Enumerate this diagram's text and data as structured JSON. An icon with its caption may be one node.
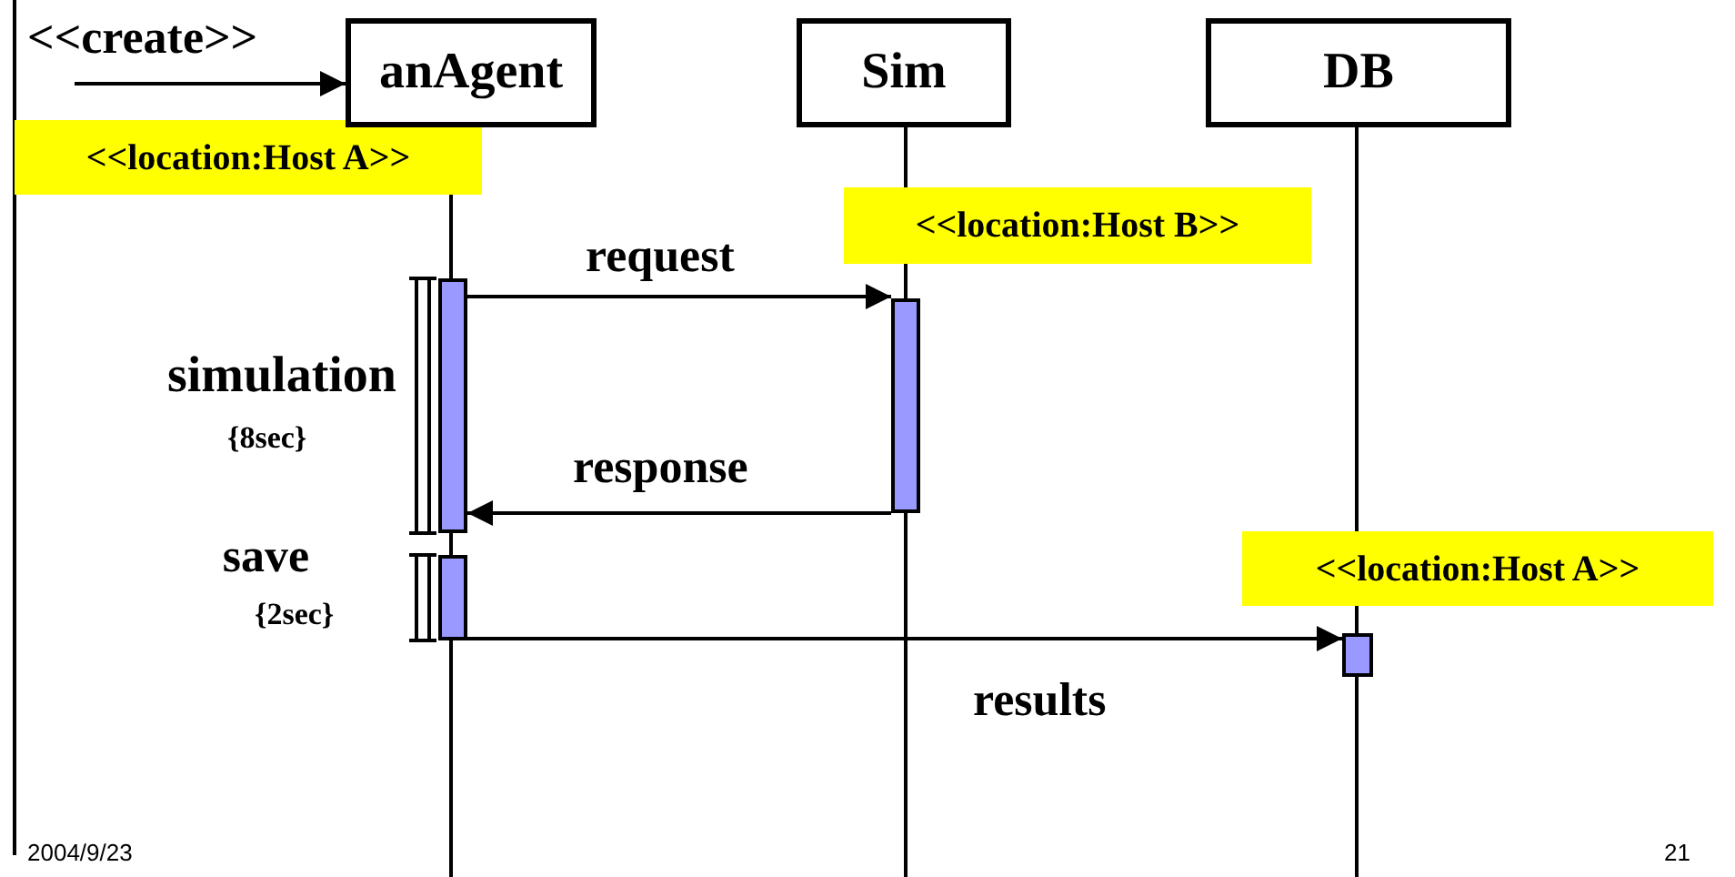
{
  "diagram": {
    "nodes": [
      {
        "text": [
          "anAgent"
        ]
      },
      {
        "text": [
          "Sim"
        ]
      },
      {
        "text": [
          "DB"
        ]
      },
      {
        "text": [],
        "shape": "bar"
      },
      {
        "text": [],
        "shape": "bar"
      },
      {
        "text": [],
        "shape": "bar"
      },
      {
        "text": [],
        "shape": "bar"
      }
    ],
    "edges": [
      {
        "from": null,
        "to": 0,
        "arrow": "to",
        "label": "<<create>>"
      },
      {
        "from": 3,
        "to": 4,
        "arrow": "to",
        "label": "request"
      },
      {
        "from": 4,
        "to": 3,
        "arrow": "to",
        "label": "response"
      },
      {
        "from": 5,
        "to": 6,
        "arrow": "to",
        "label": "results"
      }
    ],
    "labels": [
      "<<location:Host A>>",
      "<<location:Host B>>",
      "simulation",
      "{8sec}",
      "save",
      "{2sec}",
      "<<location:Host A>>",
      "2004/9/23",
      "21"
    ]
  }
}
